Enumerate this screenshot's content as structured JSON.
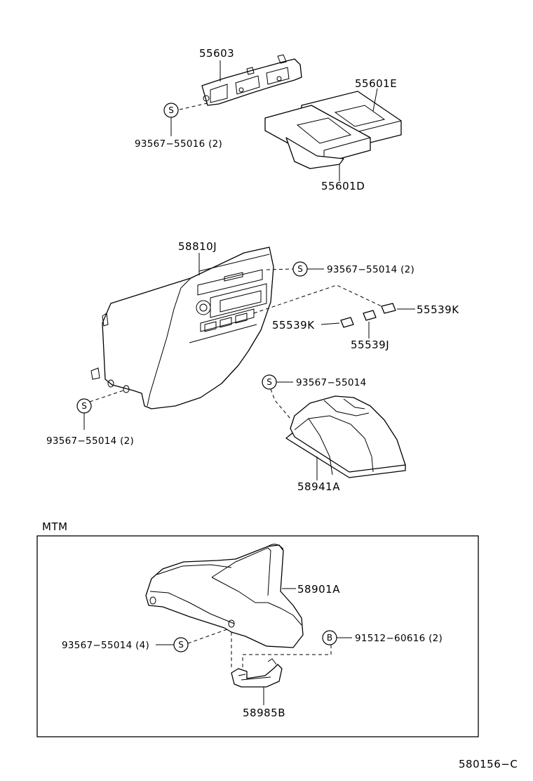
{
  "parts": {
    "p55603": "55603",
    "p55601E": "55601E",
    "p55601D": "55601D",
    "screw_top": "93567−55016 (2)",
    "p58810J": "58810J",
    "screw_console": "93567−55014 (2)",
    "p55539K_right": "55539K",
    "p55539K_left": "55539K",
    "p55539J": "55539J",
    "screw_left": "93567−55014 (2)",
    "screw_box": "93567−55014",
    "p58941A": "58941A",
    "p58901A": "58901A",
    "screw_mtm": "93567−55014 (4)",
    "bolt_mtm": "91512−60616 (2)",
    "p58985B": "58985B"
  },
  "symbols": {
    "screw": "S",
    "bolt": "B"
  },
  "section": {
    "mtm_label": "MTM"
  },
  "footer": {
    "diagram_code": "580156−C"
  }
}
